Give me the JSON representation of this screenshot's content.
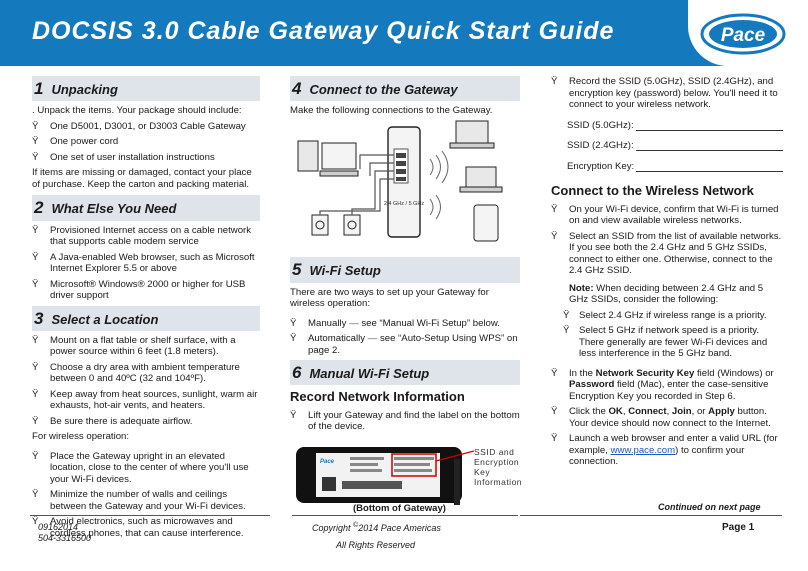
{
  "header": {
    "title": "DOCSIS 3.0 Cable Gateway Quick Start Guide",
    "logo_text": "Pace"
  },
  "colors": {
    "banner": "#1479bd",
    "section_bg": "#dfe3ea",
    "link": "#1a56c8"
  },
  "bullet": "Ÿ",
  "s1": {
    "num": "1",
    "title": "Unpacking",
    "intro": ". Unpack the items. Your package should include:",
    "items": [
      "One D5001, D3001, or D3003 Cable Gateway",
      "One power cord",
      "One set of user installation instructions"
    ],
    "after": "If items are missing or damaged, contact your place of purchase. Keep the carton and packing material."
  },
  "s2": {
    "num": "2",
    "title": "What Else You Need",
    "items": [
      "Provisioned Internet access on a cable network that supports cable modem service",
      "A Java-enabled Web browser, such as Microsoft Internet Explorer 5.5 or above",
      "Microsoft® Windows® 2000 or higher for USB driver support"
    ]
  },
  "s3": {
    "num": "3",
    "title": "Select a Location",
    "items": [
      "Mount on a flat table or shelf surface, with a power source within 6 feet (1.8 meters).",
      "Choose a dry area with ambient temperature between 0 and 40ºC (32 and 104ºF).",
      "Keep away from heat sources, sunlight, warm air exhausts, hot-air vents, and heaters.",
      "Be sure there is adequate airflow."
    ],
    "wireless_intro": "For wireless operation:",
    "wireless_items": [
      "Place the Gateway upright in an elevated location, close to the center of where you'll use your Wi-Fi devices.",
      "Minimize the number of walls and ceilings between the Gateway and your Wi-Fi devices.",
      "Avoid electronics, such as microwaves and cordless phones, that can cause interference."
    ]
  },
  "s4": {
    "num": "4",
    "title": "Connect to the Gateway",
    "intro": "Make the following connections to the Gateway.",
    "diagram_label": "2.4 GHz / 5 GHz"
  },
  "s5": {
    "num": "5",
    "title": "Wi-Fi Setup",
    "intro": "There are two ways to set up your Gateway for wireless operation:",
    "items": [
      {
        "pre": "Manually ",
        "dash": "—",
        "post": " see “Manual Wi-Fi Setup” below."
      },
      {
        "pre": "Automatically ",
        "dash": "—",
        "post": " see “Auto-Setup Using WPS” on page 2."
      }
    ]
  },
  "s6": {
    "num": "6",
    "title": "Manual Wi-Fi Setup",
    "record_title": "Record Network Information",
    "record_item": "Lift your Gateway and find the label on the bottom of the device.",
    "label_note": [
      "SSID and",
      "Encryption",
      "Key Information"
    ],
    "label_caption": "(Bottom of Gateway)"
  },
  "col3": {
    "record_item": "Record the SSID (5.0GHz), SSID (2.4GHz), and encryption key (password) below. You'll need it to connect to your wireless network.",
    "fields": [
      "SSID (5.0GHz):",
      "SSID (2.4GHz):",
      "Encryption Key:"
    ],
    "connect_title": "Connect to the Wireless Network",
    "connect_items": [
      "On your Wi-Fi device, confirm that Wi-Fi is turned on and view available wireless networks.",
      "Select an SSID from the list of available networks. If you see both the 2.4 GHz and 5 GHz SSIDs, connect to either one. Otherwise, connect to the 2.4 GHz SSID."
    ],
    "note_label": "Note:",
    "note_text": " When deciding between 2.4 GHz and 5 GHz SSIDs, consider the following:",
    "note_items": [
      "Select 2.4 GHz if wireless range is a priority.",
      "Select 5 GHz if network speed is a priority. There generally are fewer Wi-Fi devices and less interference in the 5 GHz band."
    ],
    "step_a": {
      "p1": "In the ",
      "b1": "Network Security Key",
      "p2": " field (Windows) or ",
      "b2": "Password",
      "p3": " field (Mac), enter the case-sensitive Encryption Key you recorded in Step 6."
    },
    "step_b": {
      "p1": "Click the ",
      "b1": "OK",
      "s1": ", ",
      "b2": "Connect",
      "s2": ", ",
      "b3": "Join",
      "s3": ", or ",
      "b4": "Apply",
      "p2": " button. Your device should now connect to the Internet."
    },
    "step_c": {
      "p1": "Launch a web browser and enter a valid URL (for example, ",
      "link": "www.pace.com",
      "p2": ") to confirm your connection."
    },
    "continued": "Continued on next page"
  },
  "footer": {
    "code1": "09162014",
    "code2": "504-3316500",
    "copyright_pre": "Copyright ",
    "copyright_sym": "©",
    "copyright_post": "2014 Pace Americas",
    "rights": "All Rights Reserved",
    "page": "Page 1"
  }
}
